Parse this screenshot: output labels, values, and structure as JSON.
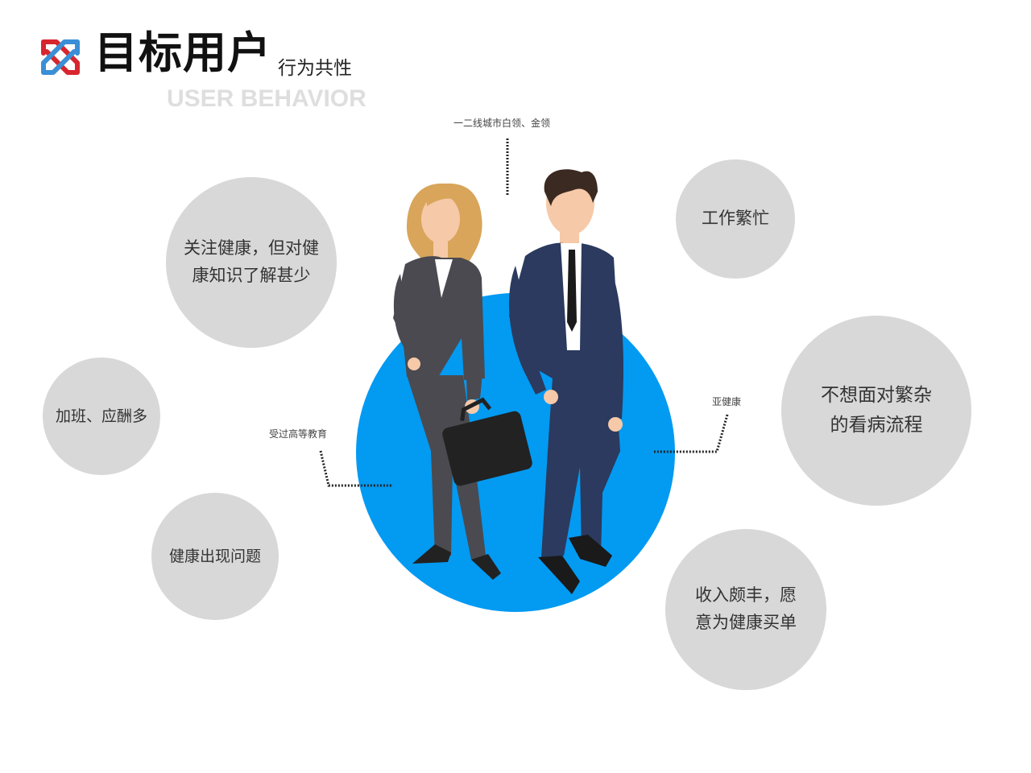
{
  "header": {
    "title": "目标用户",
    "subtitle": "行为共性",
    "en_title": "USER BEHAVIOR"
  },
  "brand": {
    "logo_icon": "cross-link-logo-icon",
    "red": "#d7262e",
    "blue": "#3a8fd6"
  },
  "figure_labels": {
    "city": "一二线城市白领、金领",
    "education": "受过高等教育",
    "health": "亚健康"
  },
  "bubbles": {
    "health_knowledge": {
      "line1": "关注健康，但对健",
      "line2": "康知识了解甚少"
    },
    "overtime": {
      "line1": "加班、应酬多"
    },
    "health_issues": {
      "line1": "健康出现问题"
    },
    "busy": {
      "line1": "工作繁忙"
    },
    "process": {
      "line1": "不想面对繁杂",
      "line2": "的看病流程"
    },
    "income": {
      "line1": "收入颇丰，愿",
      "line2": "意为健康买单"
    }
  },
  "colors": {
    "bubble": "#d8d8d8",
    "circle": "#039af2",
    "woman_suit": "#4a4a50",
    "man_suit": "#2b3a5e"
  }
}
